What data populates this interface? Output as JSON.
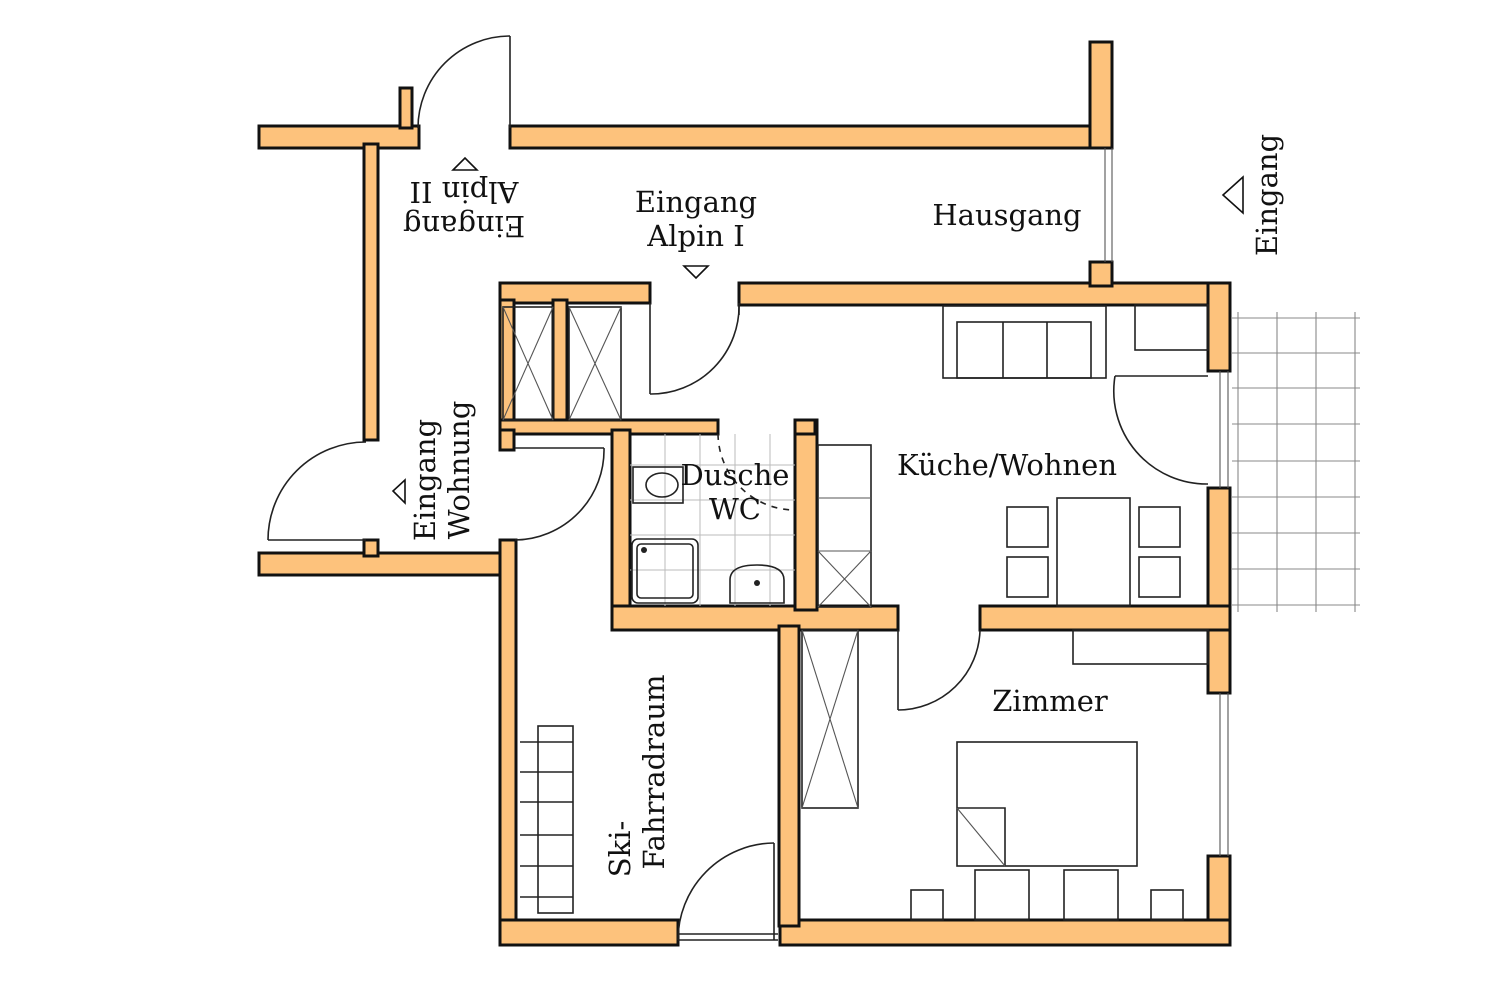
{
  "rooms": {
    "entrance_alpin_2": [
      "Eingang",
      "Alpin II"
    ],
    "entrance_alpin_1": [
      "Eingang",
      "Alpin I"
    ],
    "hallway": "Hausgang",
    "entrance_main": "Eingang",
    "entrance_apartment": [
      "Eingang",
      "Wohnung"
    ],
    "shower_wc": [
      "Dusche",
      "WC"
    ],
    "kitchen_living": "Küche/Wohnen",
    "room": "Zimmer",
    "ski_bike_room": [
      "Ski-",
      "Fahrradraum"
    ]
  },
  "colors": {
    "wall_fill": "#FDC27C",
    "wall_outline": "#111111",
    "background": "#ffffff"
  }
}
